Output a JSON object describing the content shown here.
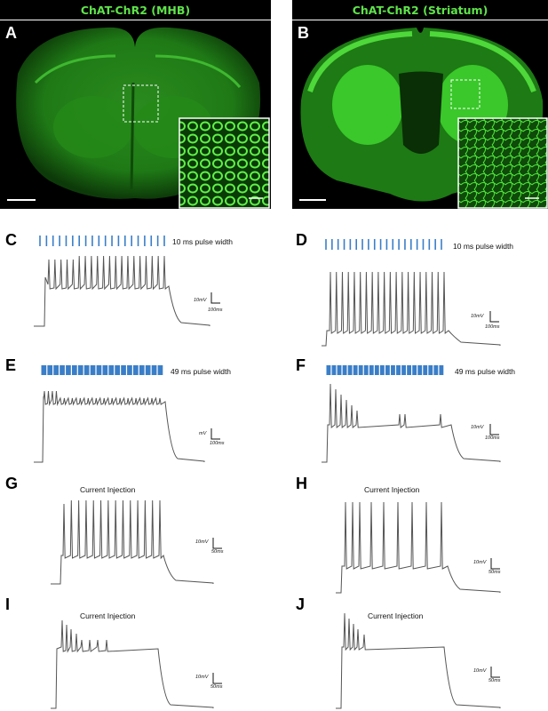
{
  "panels": {
    "A": {
      "label": "A",
      "title": "ChAT-ChR2 (MHB)"
    },
    "B": {
      "label": "B",
      "title": "ChAT-ChR2 (Striatum)"
    },
    "C": {
      "label": "C",
      "pulse_text": "10 ms pulse width",
      "scale_v": "10mV",
      "scale_t": "100ms"
    },
    "D": {
      "label": "D",
      "pulse_text": "10 ms pulse width",
      "scale_v": "10mV",
      "scale_t": "100ms"
    },
    "E": {
      "label": "E",
      "pulse_text": "49 ms pulse width",
      "scale_v": "mV",
      "scale_t": "100ms"
    },
    "F": {
      "label": "F",
      "pulse_text": "49 ms pulse width",
      "scale_v": "10mV",
      "scale_t": "100ms"
    },
    "G": {
      "label": "G",
      "caption": "Current Injection",
      "scale_v": "10mV",
      "scale_t": "50ms"
    },
    "H": {
      "label": "H",
      "caption": "Current Injection",
      "scale_v": "10mV",
      "scale_t": "50ms"
    },
    "I": {
      "label": "I",
      "caption": "Current Injection",
      "scale_v": "10mV",
      "scale_t": "50ms"
    },
    "J": {
      "label": "J",
      "caption": "Current Injection",
      "scale_v": "10mV",
      "scale_t": "50ms"
    }
  },
  "colors": {
    "header_text": "#5fe34a",
    "fluorescence": "#3fd32a",
    "pulse": "#3a7ec8",
    "trace": "#555555"
  }
}
